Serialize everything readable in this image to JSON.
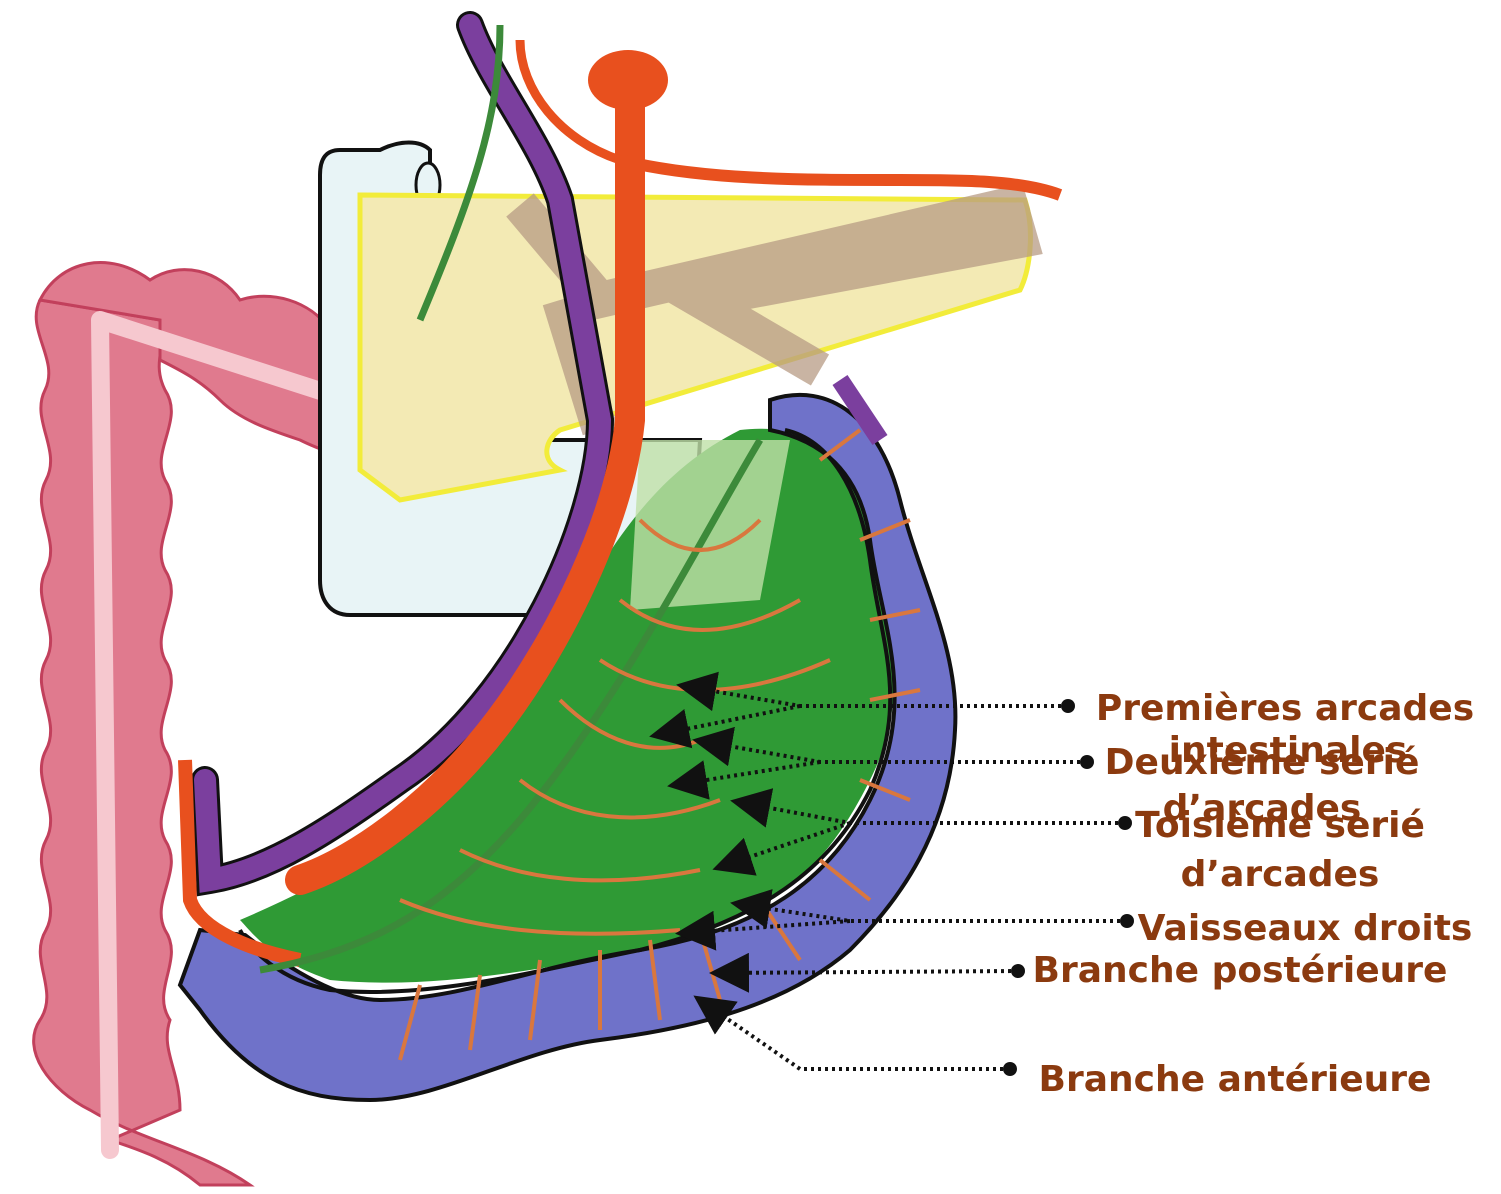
{
  "colors": {
    "label": "#8B3A0F",
    "colon": "#E07A8E",
    "colon_stripe": "#F6C8CF",
    "colon_outline": "#C2405C",
    "duodenum": "#E8F4F6",
    "pancreas": "#F3EAB4",
    "pancreas_outline": "#F2EC3A",
    "vein": "#7B3F9E",
    "artery": "#E8501E",
    "mesentery": "#2F9A35",
    "mesentery_dark": "#1F6E24",
    "intestine": "#6F72C9",
    "arcade_line": "#D9773E",
    "nerve": "#3C8A3A",
    "dark_outline": "#111111"
  },
  "labels": [
    {
      "id": "premieres-arcades",
      "lines": [
        "Premières arcades",
        "intestinales"
      ]
    },
    {
      "id": "deuxieme-serie",
      "lines": [
        "Deuxième serié",
        "d’arcades"
      ]
    },
    {
      "id": "troisieme-serie",
      "lines": [
        "Toisième serié",
        "d’arcades"
      ]
    },
    {
      "id": "vaisseaux-droits",
      "lines": [
        "Vaisseaux droits"
      ]
    },
    {
      "id": "branche-posterieure",
      "lines": [
        "Branche postérieure"
      ]
    },
    {
      "id": "branche-anterieure",
      "lines": [
        "Branche antérieure"
      ]
    }
  ]
}
